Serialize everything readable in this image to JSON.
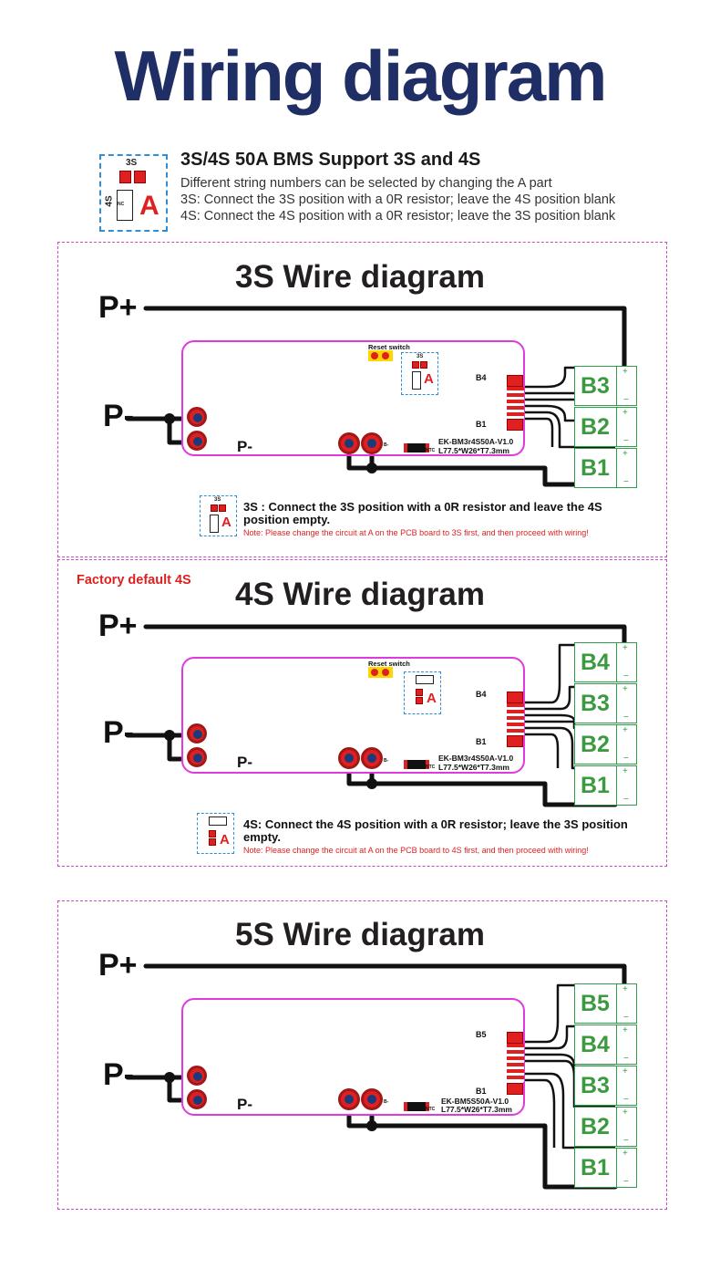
{
  "title": "Wiring diagram",
  "header": {
    "title": "3S/4S 50A BMS Support 3S and 4S",
    "lines": [
      "Different string numbers can be selected by changing the A part",
      "3S: Connect the 3S position with a 0R resistor; leave the 4S position blank",
      "4S: Connect the 4S position with a 0R resistor; leave the 3S position blank"
    ],
    "selector": {
      "top_label": "3S",
      "side_label": "4S",
      "nc_label": "NC",
      "part_label": "A"
    }
  },
  "factory_default": "Factory default 4S",
  "terminals": {
    "p_plus": "P+",
    "p_minus": "P-",
    "board_p_minus": "P-",
    "b_minus": "B-",
    "ntc": "NTC",
    "reset": "Reset switch"
  },
  "sections": [
    {
      "title": "3S Wire diagram",
      "model": "EK-BM3r4S50A-V1.0",
      "size": "L77.5*W26*T7.3mm",
      "connector_top": "B4",
      "connector_bottom": "B1",
      "cells": [
        "B3",
        "B2",
        "B1"
      ],
      "note_main": "3S : Connect the 3S position with a 0R resistor and leave the 4S position empty.",
      "note_red": "Note: Please change the circuit at A on the PCB board to 3S first, and then proceed with wiring!"
    },
    {
      "title": "4S Wire diagram",
      "model": "EK-BM3r4S50A-V1.0",
      "size": "L77.5*W26*T7.3mm",
      "connector_top": "B4",
      "connector_bottom": "B1",
      "cells": [
        "B4",
        "B3",
        "B2",
        "B1"
      ],
      "note_main": "4S: Connect the 4S position with a 0R resistor; leave the 3S position empty.",
      "note_red": "Note: Please change the circuit at A on the PCB board to 4S first, and then proceed with wiring!"
    },
    {
      "title": "5S Wire diagram",
      "model": "EK-BM5S50A-V1.0",
      "size": "L77.5*W26*T7.3mm",
      "connector_top": "B5",
      "connector_bottom": "B1",
      "cells": [
        "B5",
        "B4",
        "B3",
        "B2",
        "B1"
      ]
    }
  ],
  "colors": {
    "title": "#1f2f66",
    "board": "#e03adf",
    "battery": "#3b9a3f",
    "pad": "#e02020",
    "frame": "#c84cc8",
    "selector": "#2f8ed8",
    "note": "#e02020"
  }
}
